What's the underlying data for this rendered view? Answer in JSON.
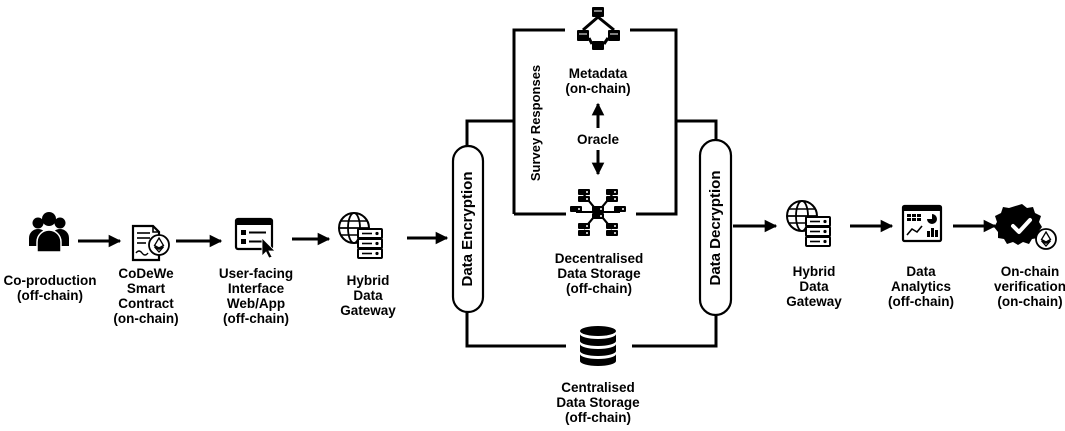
{
  "diagram": {
    "nodes": {
      "coproduction": "Co-production\n(off-chain)",
      "smart_contract": "CoDeWe\nSmart\nContract\n(on-chain)",
      "interface": "User-facing\nInterface\nWeb/App\n(off-chain)",
      "gateway_in": "Hybrid\nData\nGateway",
      "encryption": "Data Encryption",
      "metadata": "Metadata\n(on-chain)",
      "oracle": "Oracle",
      "decentralised": "Decentralised\nData Storage\n(off-chain)",
      "centralised": "Centralised\nData Storage\n(off-chain)",
      "survey": "Survey Responses",
      "decryption": "Data Decryption",
      "gateway_out": "Hybrid\nData\nGateway",
      "analytics": "Data\nAnalytics\n(off-chain)",
      "verification": "On-chain\nverification\n(on-chain)"
    },
    "icons": {
      "coproduction": "people-group-icon",
      "smart_contract": "contract-ethereum-icon",
      "interface": "web-app-form-icon",
      "gateway": "globe-server-icon",
      "metadata": "blockchain-cubes-icon",
      "decentralised": "decentralised-network-icon",
      "centralised": "database-stack-icon",
      "analytics": "dashboard-chart-icon",
      "verification": "verified-badge-ethereum-icon"
    },
    "colors": {
      "stroke": "#000000",
      "background": "#ffffff"
    }
  }
}
